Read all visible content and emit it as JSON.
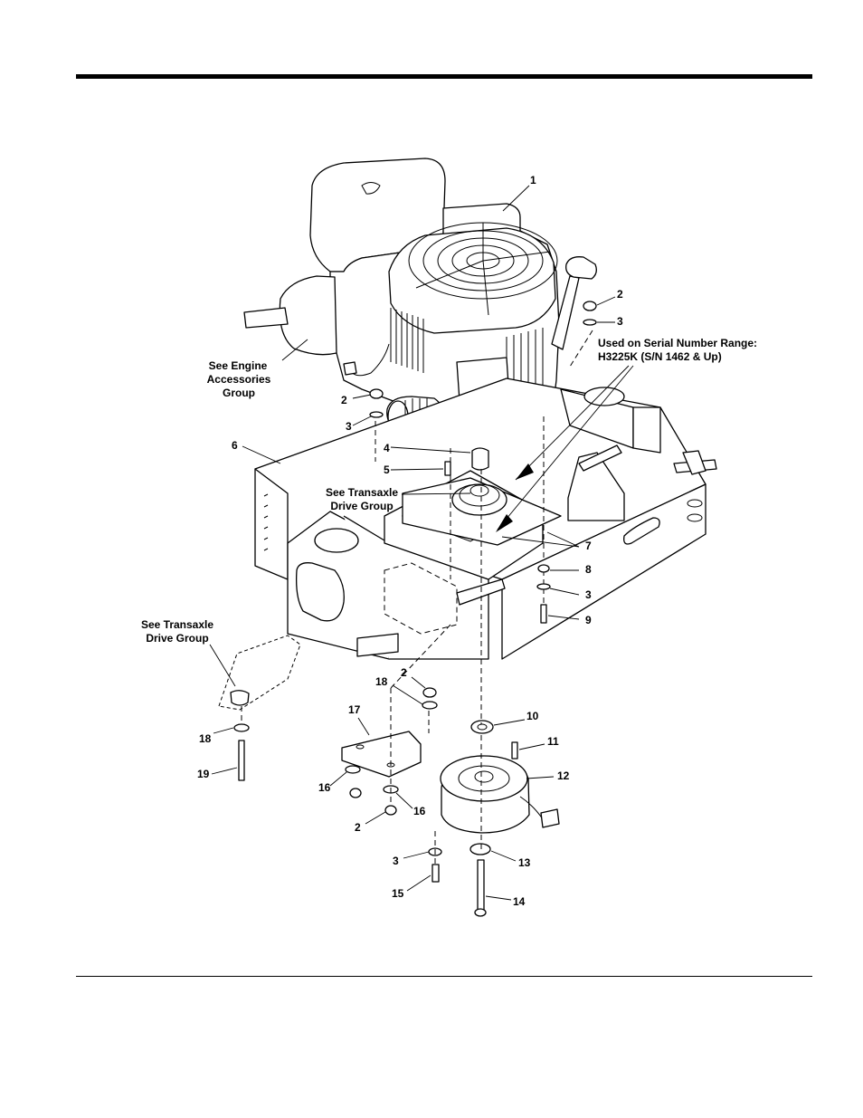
{
  "callouts": [
    {
      "id": "c1",
      "text": "1"
    },
    {
      "id": "c2a",
      "text": "2"
    },
    {
      "id": "c3a",
      "text": "3"
    },
    {
      "id": "c2b",
      "text": "2"
    },
    {
      "id": "c3b",
      "text": "3"
    },
    {
      "id": "c6",
      "text": "6"
    },
    {
      "id": "c4",
      "text": "4"
    },
    {
      "id": "c5",
      "text": "5"
    },
    {
      "id": "c7",
      "text": "7"
    },
    {
      "id": "c8",
      "text": "8"
    },
    {
      "id": "c3c",
      "text": "3"
    },
    {
      "id": "c9",
      "text": "9"
    },
    {
      "id": "c2c",
      "text": "2"
    },
    {
      "id": "c18a",
      "text": "18"
    },
    {
      "id": "c17",
      "text": "17"
    },
    {
      "id": "c10",
      "text": "10"
    },
    {
      "id": "c11",
      "text": "11"
    },
    {
      "id": "c12",
      "text": "12"
    },
    {
      "id": "c18b",
      "text": "18"
    },
    {
      "id": "c19",
      "text": "19"
    },
    {
      "id": "c16a",
      "text": "16"
    },
    {
      "id": "c16b",
      "text": "16"
    },
    {
      "id": "c2d",
      "text": "2"
    },
    {
      "id": "c3d",
      "text": "3"
    },
    {
      "id": "c13",
      "text": "13"
    },
    {
      "id": "c15",
      "text": "15"
    },
    {
      "id": "c14",
      "text": "14"
    }
  ],
  "notes": {
    "engine_accessories": [
      "See Engine",
      "Accessories",
      "Group"
    ],
    "transaxle_upper": [
      "See Transaxle",
      "Drive Group"
    ],
    "transaxle_lower": [
      "See Transaxle",
      "Drive Group"
    ],
    "serial_range": [
      "Used on Serial Number Range:",
      "H3225K (S/N 1462 & Up)"
    ]
  }
}
